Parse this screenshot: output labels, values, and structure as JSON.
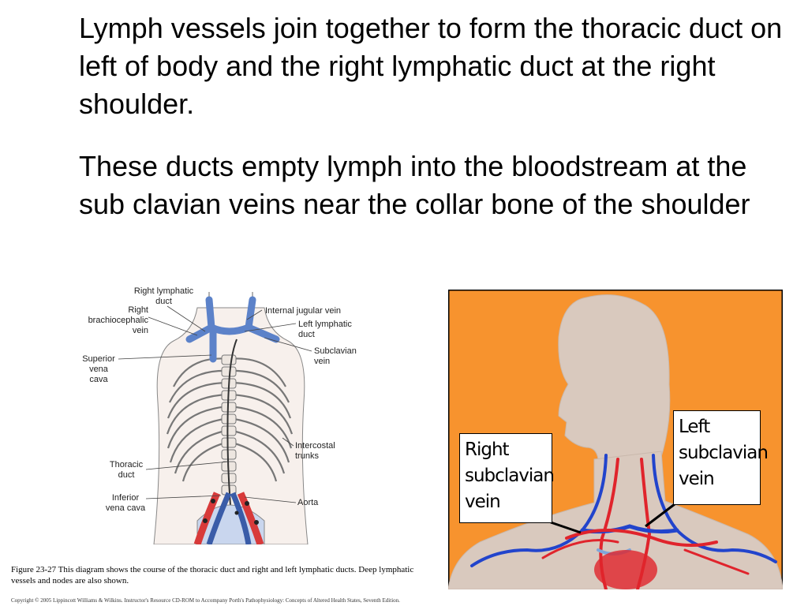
{
  "text": {
    "paragraph1": "Lymph vessels join together to form the thoracic duct on left of body and the right lymphatic duct at the right shoulder.",
    "paragraph2": "These ducts empty lymph into the bloodstream at the sub clavian veins near the collar bone of the shoulder"
  },
  "left_figure": {
    "labels": {
      "right_lymphatic_duct": [
        "Right lymphatic",
        "duct"
      ],
      "right_brachiocephalic_vein": [
        "Right",
        "brachiocephalic",
        "vein"
      ],
      "internal_jugular_vein": "Internal jugular vein",
      "left_lymphatic_duct": [
        "Left lymphatic",
        "duct"
      ],
      "superior_vena_cava": [
        "Superior",
        "vena",
        "cava"
      ],
      "subclavian_vein": [
        "Subclavian",
        "vein"
      ],
      "intercostal_trunks": [
        "Intercostal",
        "trunks"
      ],
      "thoracic_duct": [
        "Thoracic",
        "duct"
      ],
      "inferior_vena_cava": [
        "Inferior",
        "vena cava"
      ],
      "aorta": "Aorta"
    },
    "caption": "Figure 23-27 This diagram shows the course of the thoracic duct and right and left lymphatic ducts. Deep lymphatic vessels and nodes are also shown.",
    "copyright": "Copyright © 2005 Lippincott Williams & Wilkins. Instructor's Resource CD-ROM to Accompany Porth's Pathophysiology: Concepts of Altered Health States, Seventh Edition."
  },
  "right_figure": {
    "right_label": [
      "Right",
      "subclavian",
      "vein"
    ],
    "left_label": [
      "Left",
      "subclavian",
      "vein"
    ]
  },
  "colors": {
    "background_orange": "#F7932E",
    "body_gray": "#D9C9BE",
    "vein_blue": "#2244CC",
    "artery_red": "#E0242C",
    "lymph_blue": "#7FA6D9"
  }
}
